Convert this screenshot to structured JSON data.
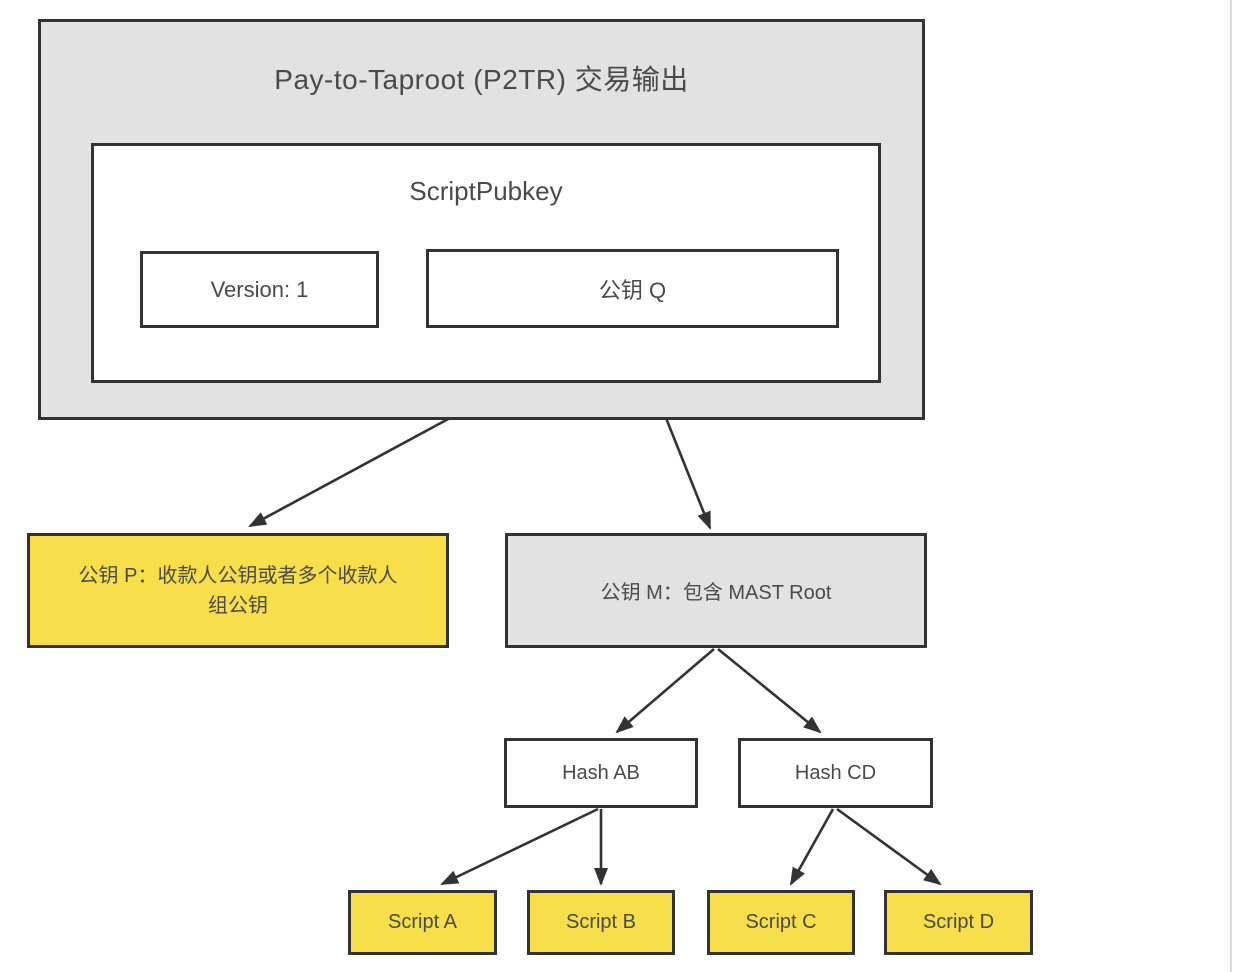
{
  "colors": {
    "yellow": "#F6DF4B",
    "gray-fill": "#E2E2E2",
    "border": "#333333",
    "text": "#4A4A4A",
    "arrow": "#333333",
    "page-rule": "#DCDCDC"
  },
  "nodes": {
    "p2tr_title": "Pay-to-Taproot (P2TR) 交易输出",
    "scriptpubkey": "ScriptPubkey",
    "version": "Version: 1",
    "pubkey_q": "公钥 Q",
    "pubkey_p": "公钥 P：收款人公钥或者多个收款人组公钥",
    "pubkey_m": "公钥 M：包含 MAST Root",
    "hash_ab": "Hash AB",
    "hash_cd": "Hash CD",
    "scripts": [
      "Script A",
      "Script B",
      "Script C",
      "Script D"
    ]
  },
  "edges": [
    {
      "from": "pubkey_q",
      "to": "pubkey_p"
    },
    {
      "from": "pubkey_q",
      "to": "pubkey_m"
    },
    {
      "from": "pubkey_m",
      "to": "hash_ab"
    },
    {
      "from": "pubkey_m",
      "to": "hash_cd"
    },
    {
      "from": "hash_ab",
      "to": "script_a"
    },
    {
      "from": "hash_ab",
      "to": "script_b"
    },
    {
      "from": "hash_cd",
      "to": "script_c"
    },
    {
      "from": "hash_cd",
      "to": "script_d"
    }
  ]
}
